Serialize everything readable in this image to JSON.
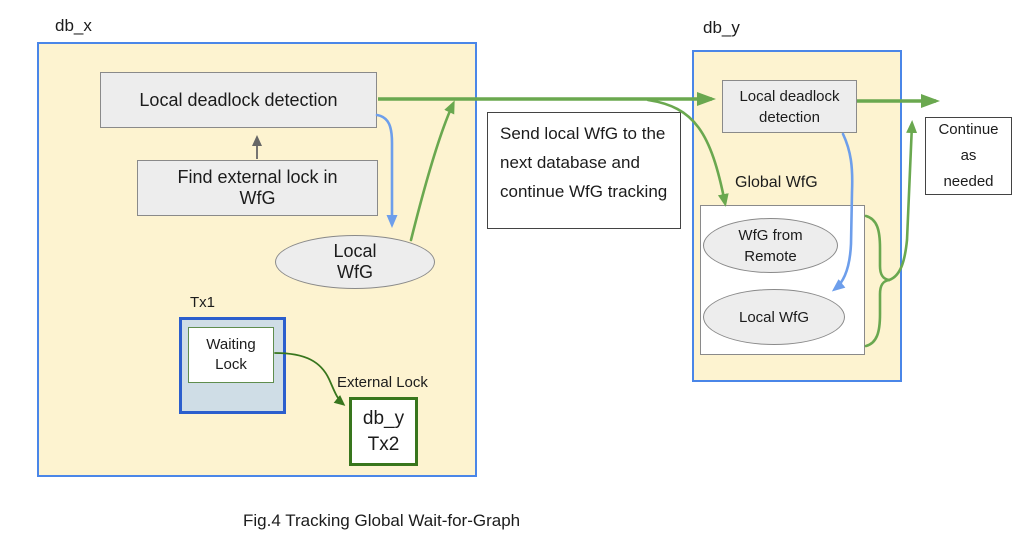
{
  "caption": "Fig.4 Tracking Global Wait-for-Graph",
  "db_x": {
    "title": "db_x",
    "local_deadlock_detection": "Local deadlock detection",
    "find_external_lock": "Find external lock in WfG",
    "local_wfg": "Local WfG",
    "tx1_label": "Tx1",
    "waiting_lock": "Waiting Lock",
    "external_lock_label": "External Lock",
    "external_lock_target": "db_y Tx2"
  },
  "message": {
    "send_note": "Send local WfG to the next database and continue WfG tracking"
  },
  "db_y": {
    "title": "db_y",
    "local_deadlock_detection": "Local deadlock detection",
    "global_wfg_label": "Global WfG",
    "wfg_from_remote": "WfG from Remote",
    "local_wfg": "Local WfG"
  },
  "continue_note": "Continue as needed",
  "colors": {
    "container_fill": "#fdf3d0",
    "frame_blue": "#4a86e8",
    "tx_frame_blue": "#2b5ecd",
    "flow_green": "#6aa84f",
    "lock_green": "#38761d",
    "flow_blue": "#6d9eeb",
    "node_gray_fill": "#ededed",
    "node_gray_border": "#8a8a8a"
  }
}
